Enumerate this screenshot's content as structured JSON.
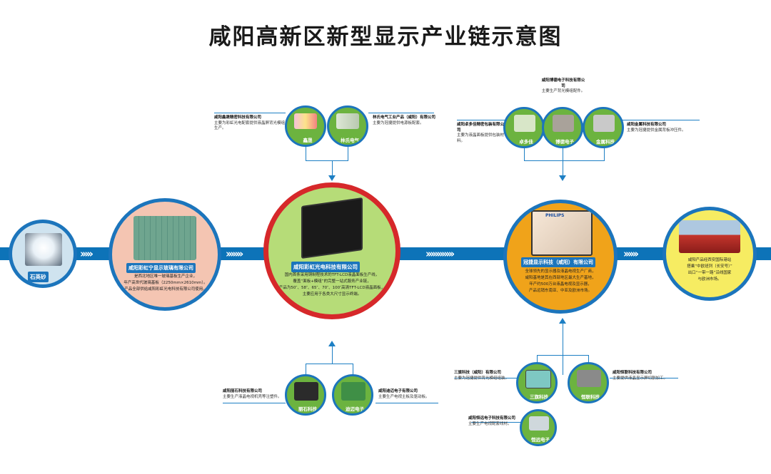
{
  "title": "咸阳高新区新型显示产业链示意图",
  "nodes": {
    "quartz": {
      "label": "石英砂"
    },
    "glass": {
      "label": "咸阳彩虹宁显示玻璃有限公司",
      "desc": [
        "是西北地区唯一玻璃基板生产企业，",
        "年产高世代玻璃基板（2250mm×2610mm）。",
        "产品全部供给咸阳彩虹光电科技有限公司使用。"
      ]
    },
    "panel": {
      "label": "咸阳彩虹光电科技有限公司",
      "desc": [
        "国内首条采用铜制程技术的TFT-LCD液晶面板生产线，",
        "覆盖“面板+模组”的完整一站式服务产业链，",
        "产品为50″、58″、65″、70″、100″高清TFT-LCD液晶面板，",
        "主要应用于各类大尺寸显示终端。"
      ]
    },
    "tv": {
      "brand": "PHILIPS",
      "label": "冠捷显示科技（咸阳）有限公司",
      "desc": [
        "全球领先的显示器及液晶电视生产厂商，",
        "咸阳基地是其在西部地区最大生产基地，",
        "年产约500万台液晶电视及显示器，",
        "产品远销东南亚、中亚及欧洲市场。"
      ]
    },
    "train": {
      "desc": [
        "咸阳产品经西安国际港站",
        "搭乘“中欧班列（长安号）”",
        "出口“一带一路”沿线国家",
        "与欧洲市场。"
      ]
    }
  },
  "top_left_group": {
    "items": [
      {
        "label": "鑫晟"
      },
      {
        "label": "林氏电气"
      }
    ],
    "notes": [
      {
        "title": "咸阳鑫晟精密科技有限公司",
        "text": "主要为彩虹光电配套提供液晶屏背光模组生产。"
      },
      {
        "title": "林氏电气工业产品（咸阳）有限公司",
        "text": "主要为冠捷提供电源板配套。"
      }
    ]
  },
  "top_right_group": {
    "items": [
      {
        "label": "卓多佳"
      },
      {
        "label": "博德电子"
      },
      {
        "label": "金属科技"
      }
    ],
    "notes": [
      {
        "title": "咸阳卓多佳精密包装有限公司",
        "text": "主要为液晶面板提供包装材料。"
      },
      {
        "title": "咸阳博德电子科技有限公司",
        "text": "主要生产背光模组配件。"
      },
      {
        "title": "咸阳金属科技有限公司",
        "text": "主要为冠捷提供金属背板冲压件。"
      }
    ]
  },
  "bottom_left_group": {
    "items": [
      {
        "label": "丽石科技"
      },
      {
        "label": "迪迈电子"
      }
    ],
    "notes": [
      {
        "title": "咸阳丽石科技有限公司",
        "text": "主要生产液晶电视机壳等注塑件。"
      },
      {
        "title": "咸阳迪迈电子有限公司",
        "text": "主要生产电视主板及驱动板。"
      }
    ]
  },
  "bottom_right_group": {
    "items": [
      {
        "label": "三旗科技"
      },
      {
        "label": "恒联科技"
      },
      {
        "label": "恒远电子"
      }
    ],
    "notes": [
      {
        "title": "三旗科技（咸阳）有限公司",
        "text": "主要为冠捷提供背光模组组装。"
      },
      {
        "title": "咸阳恒联科技有限公司",
        "text": "主要提供液晶显示屏切割加工。"
      },
      {
        "title": "咸阳恒远电子科技有限公司",
        "text": "主要生产电视配套线材。"
      }
    ]
  },
  "colors": {
    "band": "#0d73b8",
    "glass_fill": "#f4c5b2",
    "panel_fill": "#b6dc78",
    "panel_ring": "#d6282a",
    "tv_fill": "#f0a31a",
    "train_fill": "#f6ec62",
    "node_ring": "#1c75bc",
    "quartz_fill": "#cfe3ef"
  }
}
